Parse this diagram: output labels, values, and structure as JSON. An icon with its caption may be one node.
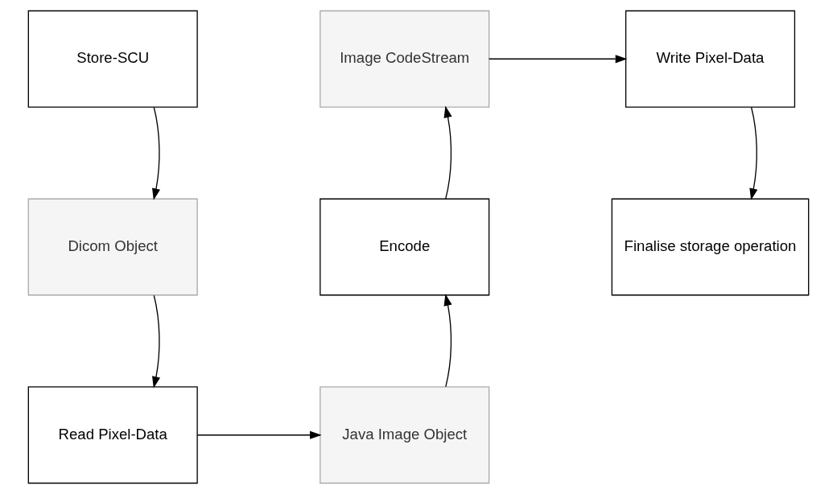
{
  "diagram": {
    "nodes": [
      {
        "text": [
          "Store-SCU"
        ]
      },
      {
        "text": [
          "Dicom Object"
        ]
      },
      {
        "text": [
          "Read Pixel-Data"
        ]
      },
      {
        "text": [
          "Java Image Object"
        ]
      },
      {
        "text": [
          "Encode"
        ]
      },
      {
        "text": [
          "Image CodeStream"
        ]
      },
      {
        "text": [
          "Write Pixel-Data"
        ]
      },
      {
        "text": [
          "Finalise storage operation"
        ]
      }
    ],
    "edges": [
      {
        "from": 0,
        "to": 1,
        "arrow": "to"
      },
      {
        "from": 1,
        "to": 2,
        "arrow": "to"
      },
      {
        "from": 2,
        "to": 3,
        "arrow": "to"
      },
      {
        "from": 3,
        "to": 4,
        "arrow": "to"
      },
      {
        "from": 4,
        "to": 5,
        "arrow": "to"
      },
      {
        "from": 5,
        "to": 6,
        "arrow": "to"
      },
      {
        "from": 6,
        "to": 7,
        "arrow": "to"
      }
    ]
  }
}
